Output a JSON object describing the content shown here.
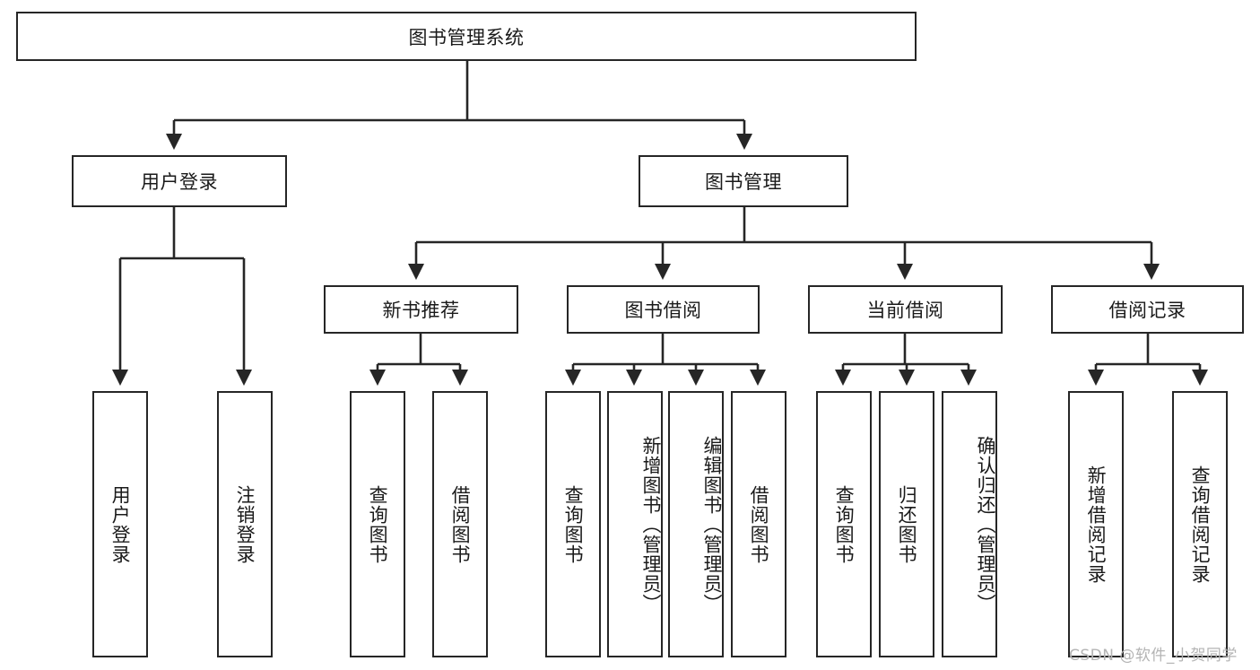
{
  "diagram": {
    "title_node": {
      "label": "图书管理系统"
    },
    "level2": [
      {
        "label": "用户登录"
      },
      {
        "label": "图书管理"
      }
    ],
    "level3": [
      {
        "label": "新书推荐"
      },
      {
        "label": "图书借阅"
      },
      {
        "label": "当前借阅"
      },
      {
        "label": "借阅记录"
      }
    ],
    "leaves": {
      "user_login": [
        {
          "label": "用户登录"
        },
        {
          "label": "注销登录"
        }
      ],
      "new_book": [
        {
          "label": "查询图书"
        },
        {
          "label": "借阅图书"
        }
      ],
      "book_borrow": [
        {
          "label": "查询图书"
        },
        {
          "label": "新增图书（管理员）"
        },
        {
          "label": "编辑图书（管理员）"
        },
        {
          "label": "借阅图书"
        }
      ],
      "current_borrow": [
        {
          "label": "查询图书"
        },
        {
          "label": "归还图书"
        },
        {
          "label": "确认归还（管理员）"
        }
      ],
      "borrow_record": [
        {
          "label": "新增借阅记录"
        },
        {
          "label": "查询借阅记录"
        }
      ]
    }
  },
  "watermark": {
    "text": "CSDN @软件_小贺同学"
  },
  "colors": {
    "stroke": "#262626",
    "background": "#ffffff",
    "text": "#1a1a1a",
    "watermark": "#b4b4b4"
  }
}
